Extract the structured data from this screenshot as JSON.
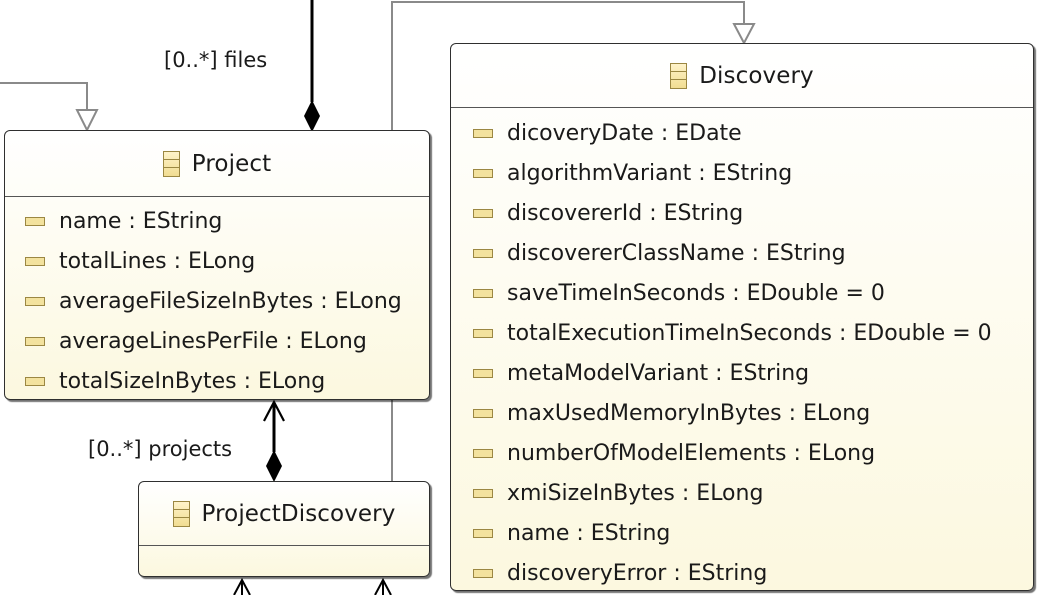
{
  "diagram": {
    "classes": [
      {
        "name": "Project",
        "attributes": [
          "name : EString",
          "totalLines : ELong",
          "averageFileSizeInBytes : ELong",
          "averageLinesPerFile : ELong",
          "totalSizeInBytes : ELong"
        ]
      },
      {
        "name": "ProjectDiscovery",
        "attributes": []
      },
      {
        "name": "Discovery",
        "attributes": [
          "dicoveryDate : EDate",
          "algorithmVariant : EString",
          "discovererId : EString",
          "discovererClassName : EString",
          "saveTimeInSeconds : EDouble = 0",
          "totalExecutionTimeInSeconds : EDouble = 0",
          "metaModelVariant : EString",
          "maxUsedMemoryInBytes : ELong",
          "numberOfModelElements : ELong",
          "xmiSizeInBytes : ELong",
          "name : EString",
          "discoveryError : EString"
        ]
      }
    ],
    "relations": [
      {
        "label": "[0..*] files"
      },
      {
        "label": "[0..*] projects"
      }
    ],
    "colors": {
      "border": "#2f2f2f",
      "fill_top": "#ffffff",
      "fill_bottom": "#fcf8df",
      "icon_stroke": "#9b8742",
      "icon_fill": "#f3e29e",
      "inheritance_line": "#8a8a8a",
      "composition_line": "#000000"
    }
  }
}
